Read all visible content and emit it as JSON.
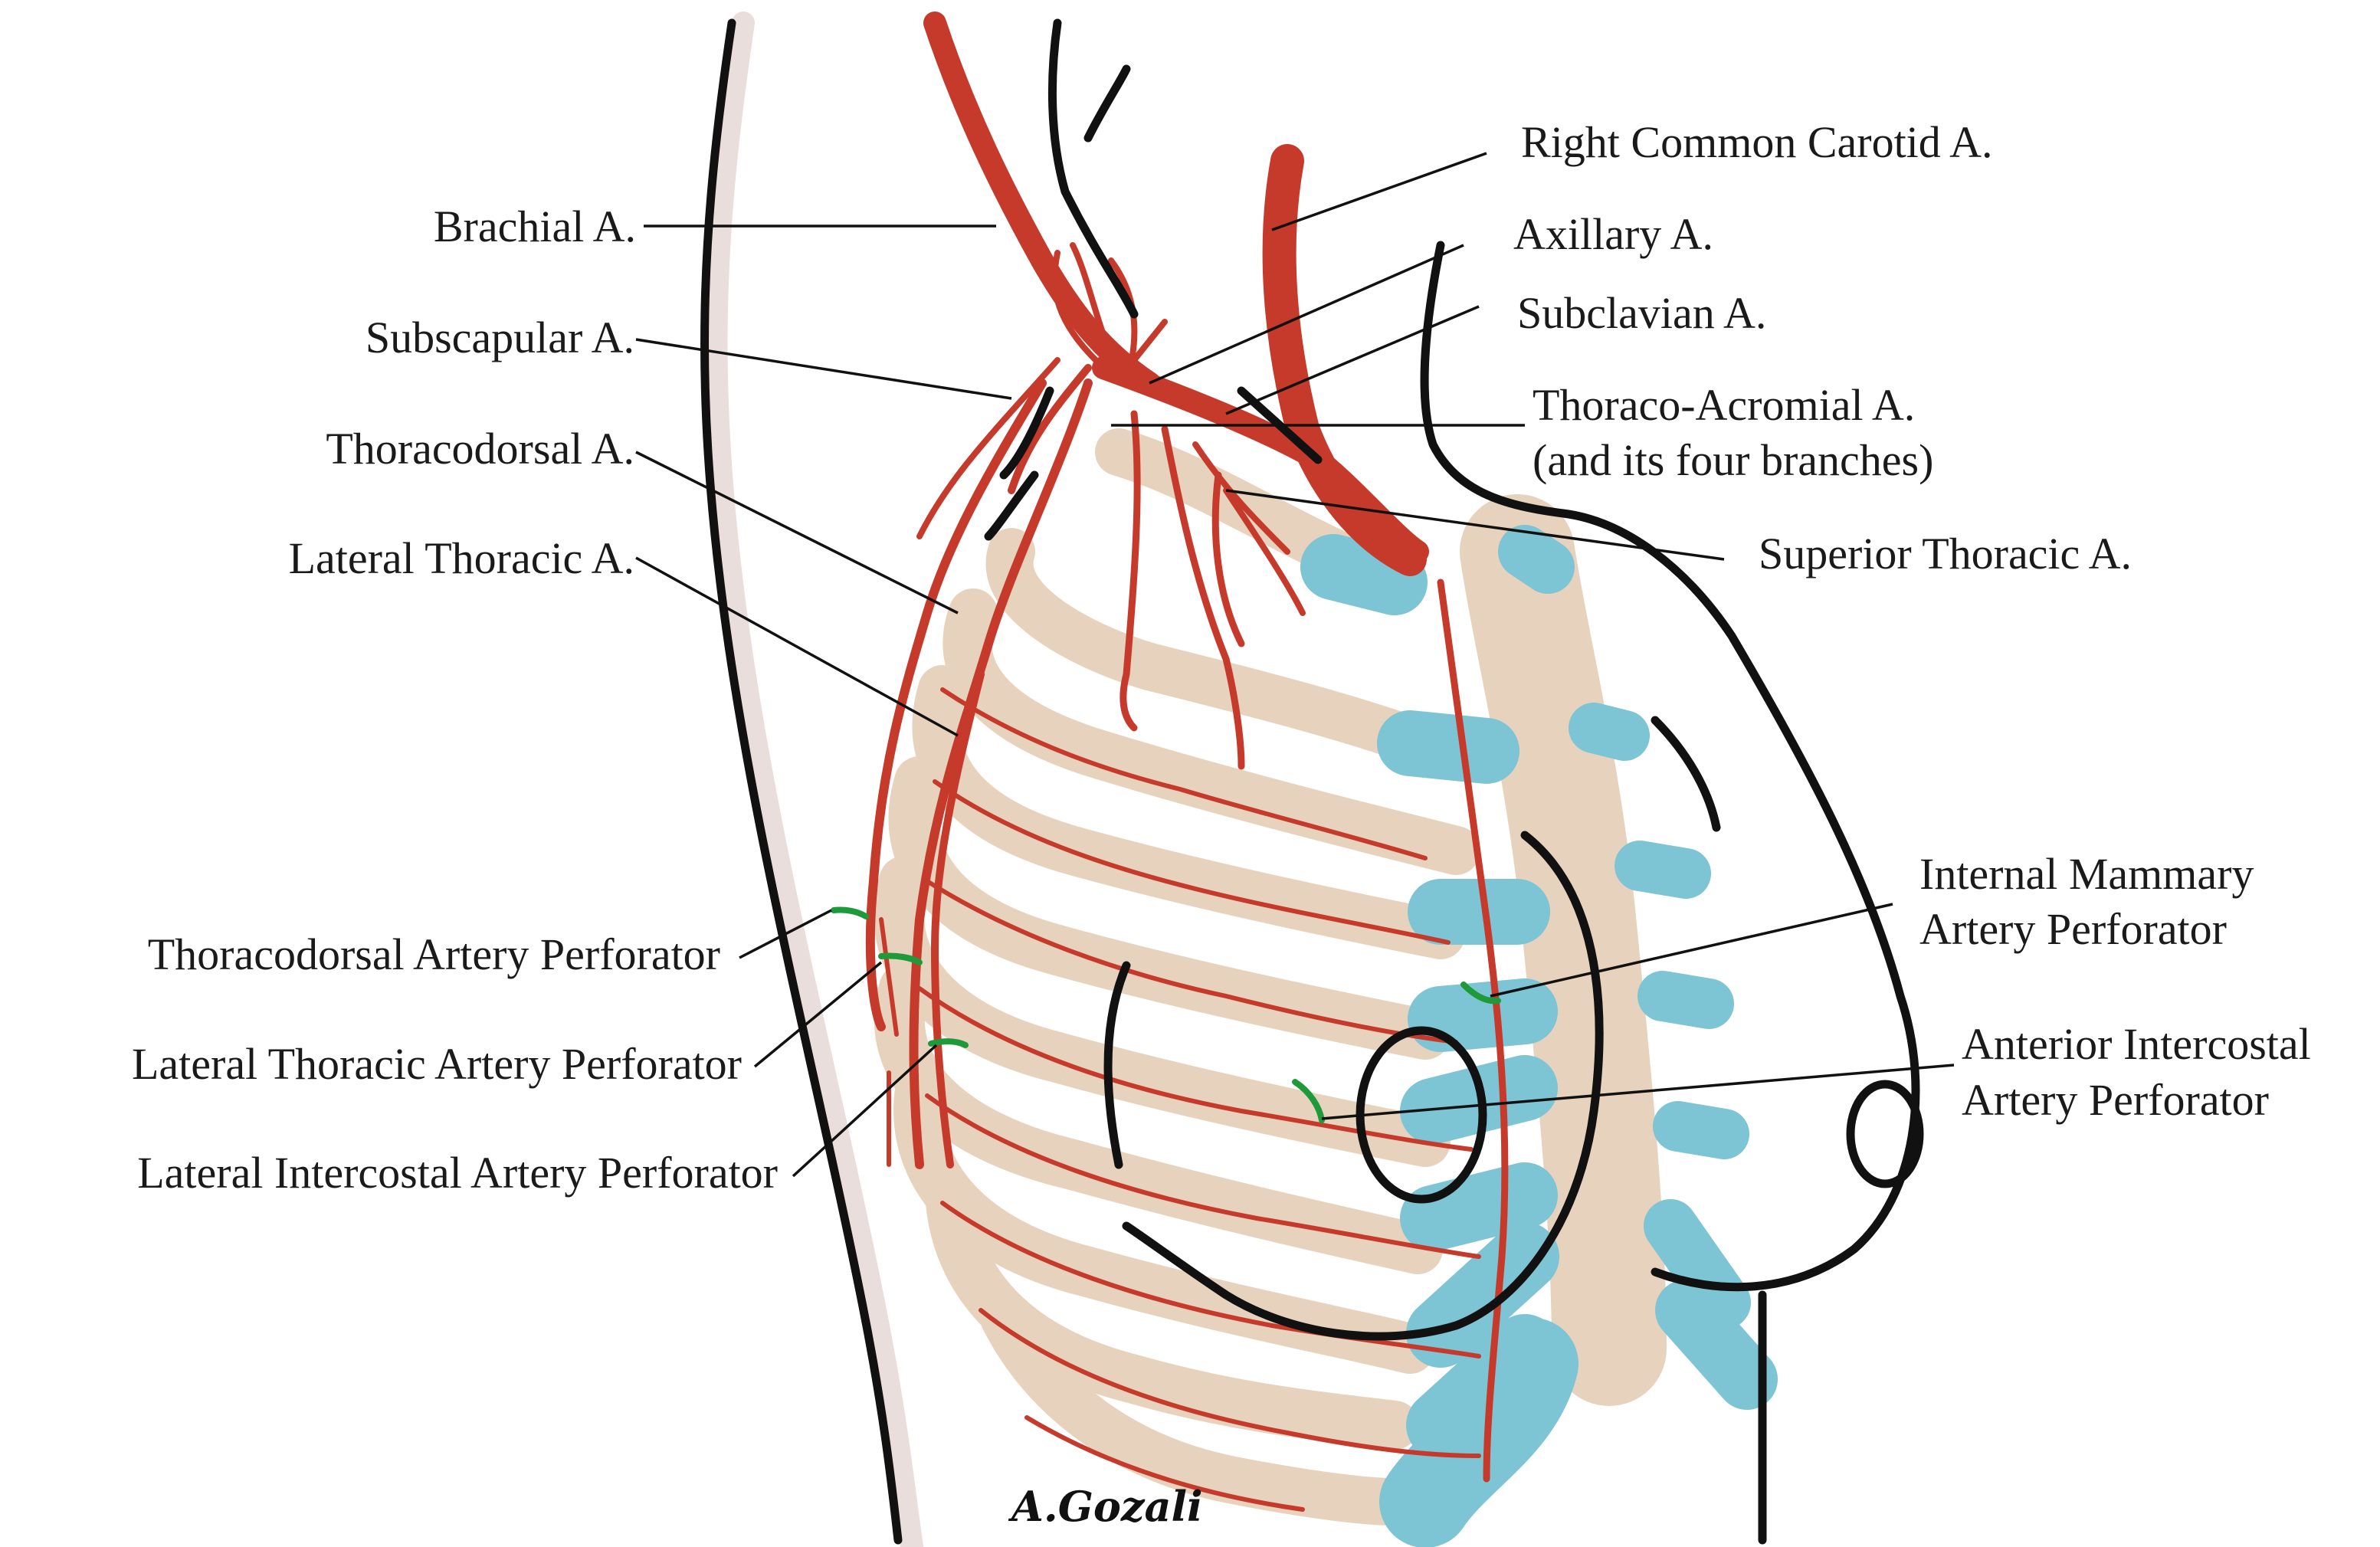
{
  "labels": {
    "brachial": "Brachial A.",
    "subscapular": "Subscapular A.",
    "thoracodorsal": "Thoracodorsal A.",
    "lateral_thoracic": "Lateral Thoracic A.",
    "thoracodorsal_perforator": "Thoracodorsal Artery Perforator",
    "lateral_thoracic_perforator": "Lateral Thoracic Artery Perforator",
    "lateral_intercostal_perforator": "Lateral Intercostal Artery Perforator",
    "right_common_carotid": "Right Common Carotid A.",
    "axillary": "Axillary A.",
    "subclavian": "Subclavian A.",
    "thoraco_acromial_line1": "Thoraco-Acromial A.",
    "thoraco_acromial_line2": "(and its four branches)",
    "superior_thoracic": "Superior Thoracic A.",
    "internal_mammary_line1": "Internal Mammary",
    "internal_mammary_line2": "Artery Perforator",
    "anterior_intercostal_line1": "Anterior Intercostal",
    "anterior_intercostal_line2": "Artery Perforator"
  },
  "signature": "A.Gozali",
  "colors": {
    "artery": "#c63a2b",
    "bone": "#e7d3bd",
    "cartilage": "#7dc4d4",
    "perforator": "#1f9a3a",
    "outline": "#111111"
  }
}
